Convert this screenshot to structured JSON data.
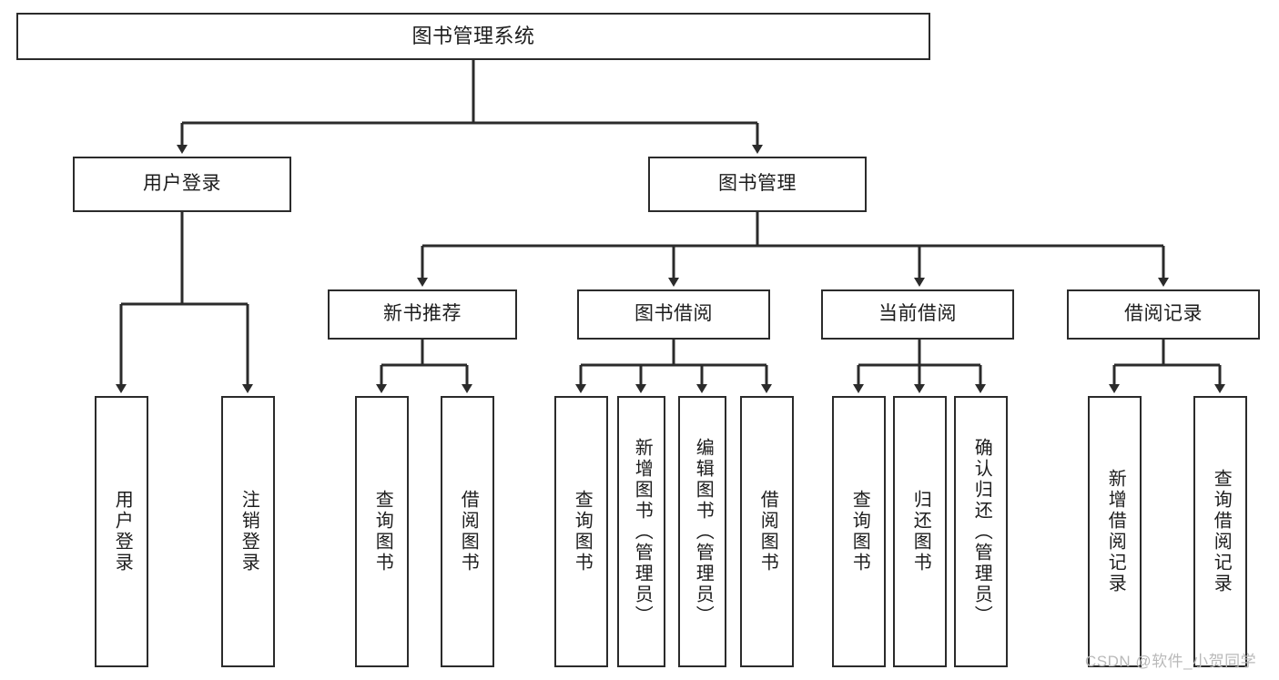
{
  "diagram": {
    "type": "tree",
    "title": "图书管理系统",
    "orientation": "top-down",
    "colors": {
      "box_border": "#2b2b2b",
      "box_fill": "#ffffff",
      "edge": "#2b2b2b",
      "text": "#1d1d1d",
      "watermark": "#b9b9b9"
    },
    "nodes": {
      "root": {
        "label": "图书管理系统"
      },
      "level2": [
        {
          "label": "用户登录"
        },
        {
          "label": "图书管理"
        }
      ],
      "level3": [
        {
          "label": "新书推荐"
        },
        {
          "label": "图书借阅"
        },
        {
          "label": "当前借阅"
        },
        {
          "label": "借阅记录"
        }
      ],
      "leaves_user_login": [
        {
          "label": "用户登录"
        },
        {
          "label": "注销登录"
        }
      ],
      "leaves_new_book": [
        {
          "label": "查询图书"
        },
        {
          "label": "借阅图书"
        }
      ],
      "leaves_borrow": [
        {
          "label": "查询图书"
        },
        {
          "label": "新增图书（管理员）"
        },
        {
          "label": "编辑图书（管理员）"
        },
        {
          "label": "借阅图书"
        }
      ],
      "leaves_current": [
        {
          "label": "查询图书"
        },
        {
          "label": "归还图书"
        },
        {
          "label": "确认归还（管理员）"
        }
      ],
      "leaves_records": [
        {
          "label": "新增借阅记录"
        },
        {
          "label": "查询借阅记录"
        }
      ]
    }
  },
  "watermark": {
    "text": "CSDN @软件_小贺同学"
  }
}
